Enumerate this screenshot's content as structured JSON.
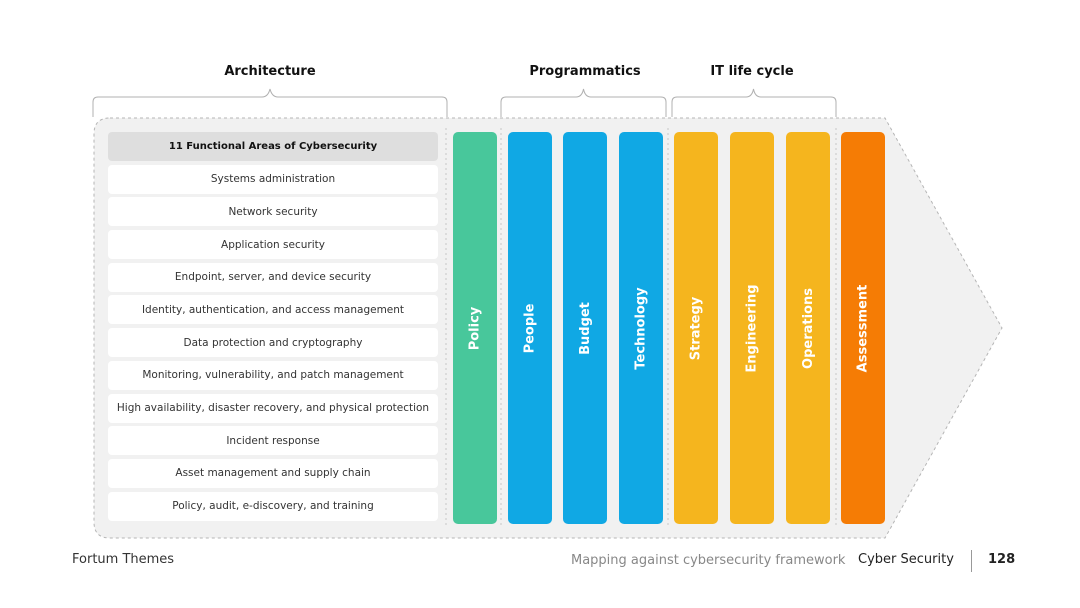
{
  "groups": {
    "architecture": "Architecture",
    "programmatics": "Programmatics",
    "lifecycle": "IT life cycle"
  },
  "areas": {
    "header": "11 Functional Areas of Cybersecurity",
    "items": [
      "Systems administration",
      "Network security",
      "Application security",
      "Endpoint, server, and device security",
      "Identity, authentication, and access management",
      "Data protection and cryptography",
      "Monitoring, vulnerability, and patch management",
      "High availability, disaster recovery, and physical protection",
      "Incident response",
      "Asset management and supply chain",
      "Policy, audit, e-discovery, and training"
    ]
  },
  "pillars": [
    {
      "label": "Policy",
      "color": "#48c79b"
    },
    {
      "label": "People",
      "color": "#10a8e4"
    },
    {
      "label": "Budget",
      "color": "#10a8e4"
    },
    {
      "label": "Technology",
      "color": "#10a8e4"
    },
    {
      "label": "Strategy",
      "color": "#f5b51e"
    },
    {
      "label": "Engineering",
      "color": "#f5b51e"
    },
    {
      "label": "Operations",
      "color": "#f5b51e"
    },
    {
      "label": "Assessment",
      "color": "#f57c05"
    }
  ],
  "footer": {
    "brand": "Fortum Themes",
    "subtitle": "Mapping against cybersecurity framework",
    "section": "Cyber Security",
    "page": "128"
  }
}
